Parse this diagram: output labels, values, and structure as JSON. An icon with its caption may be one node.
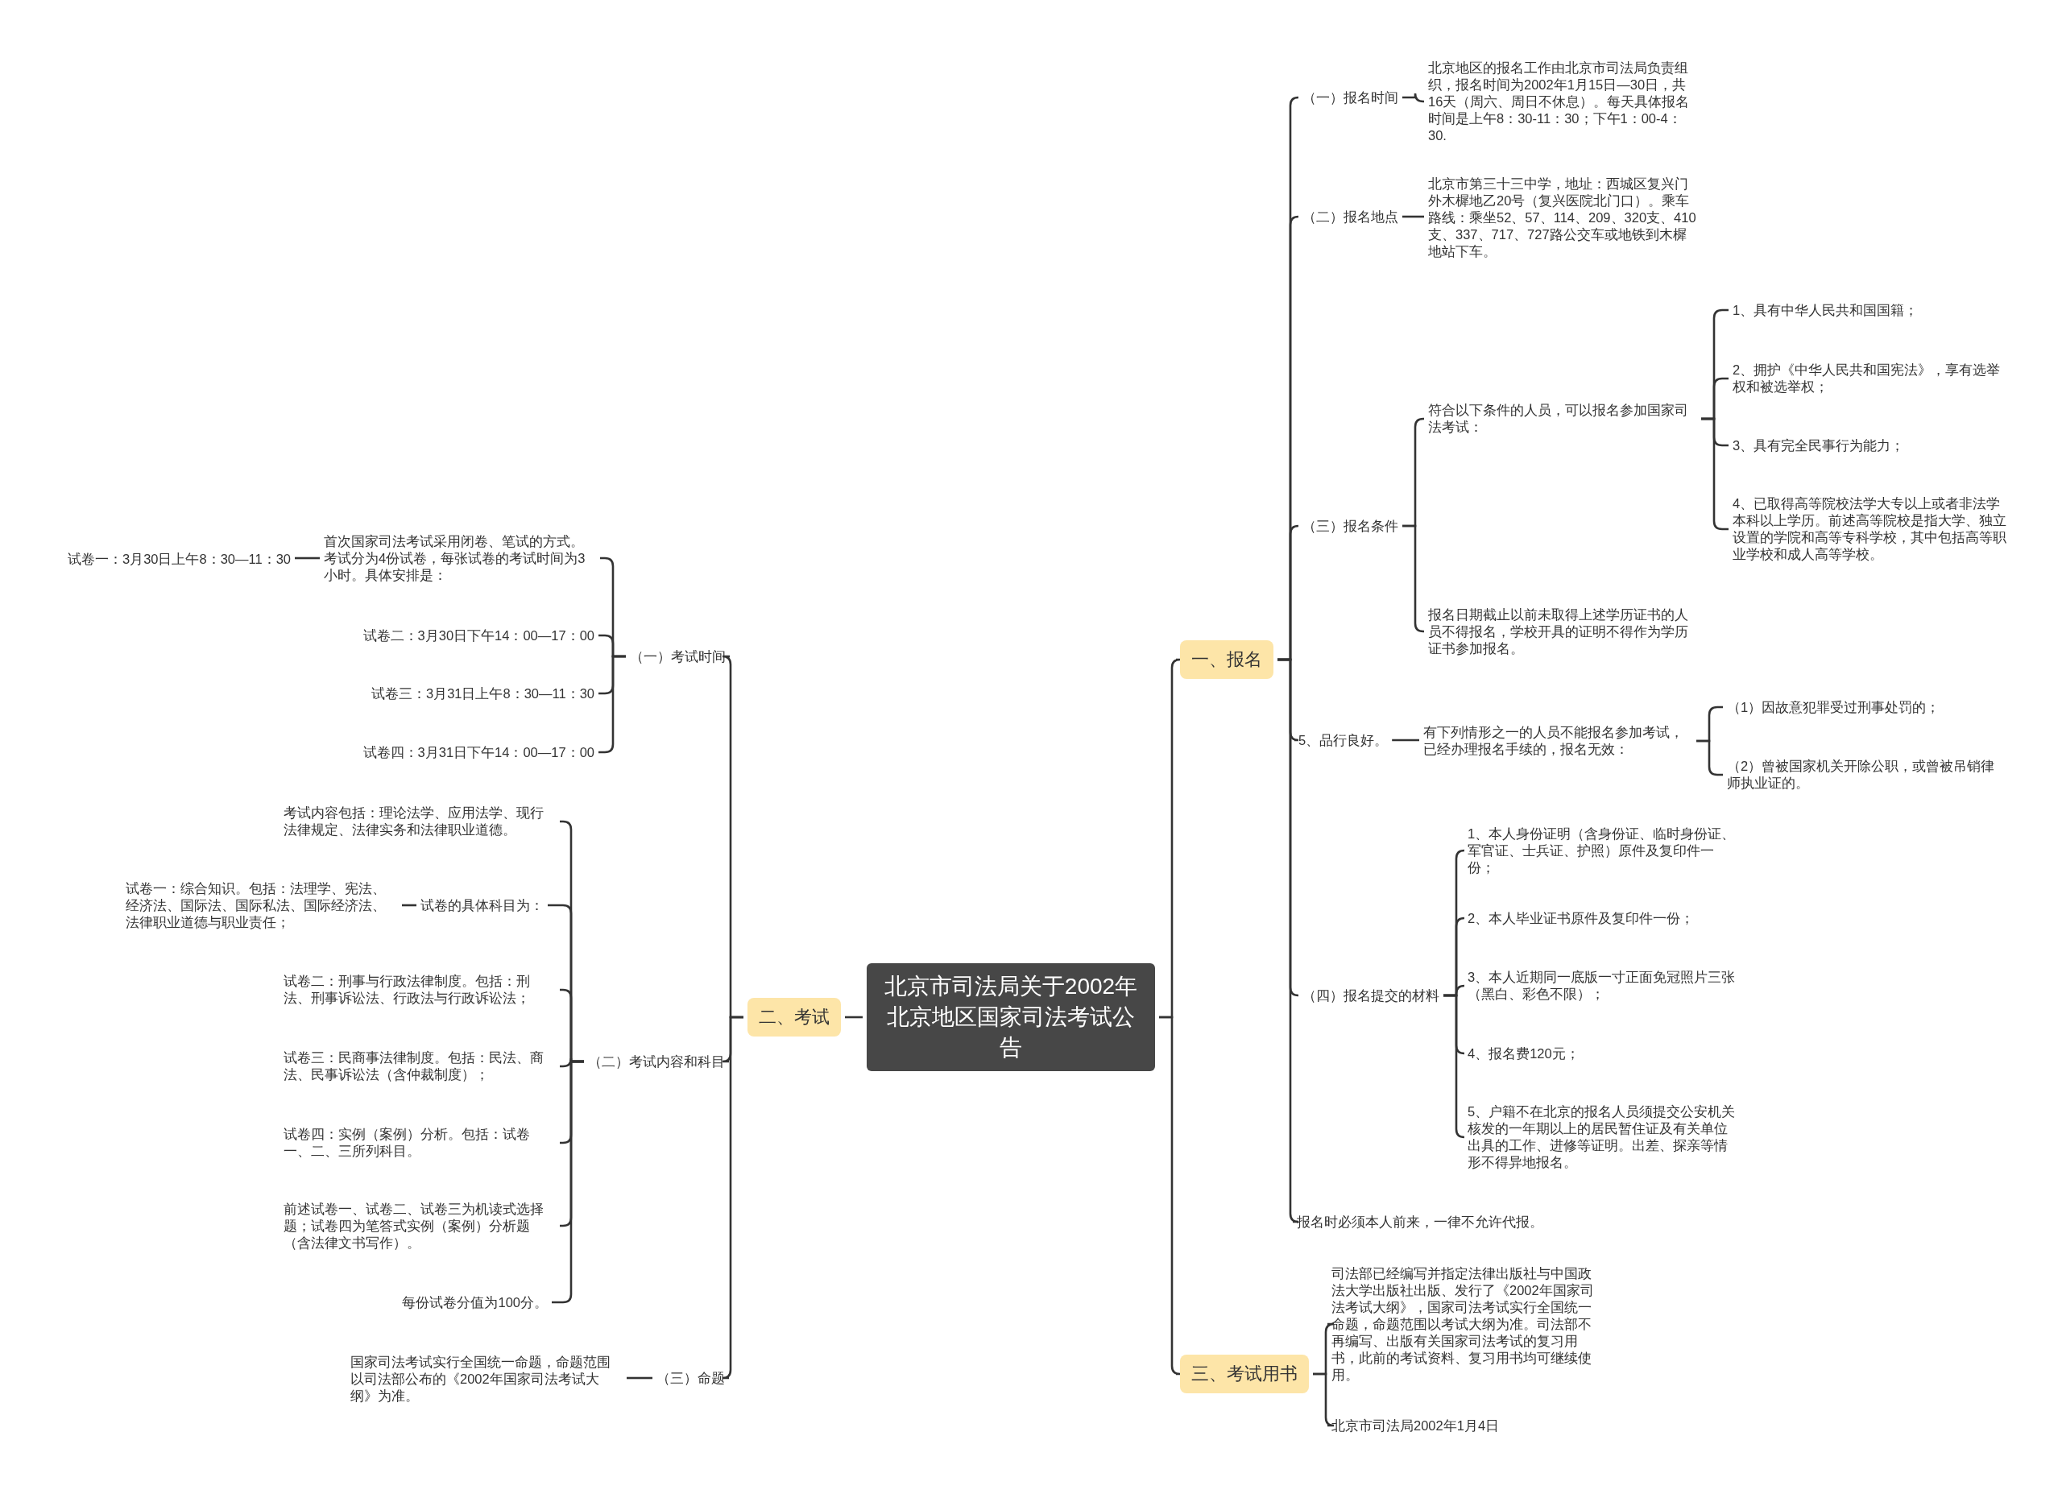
{
  "diagram": {
    "nodes": [
      {
        "text": [
          "北京市司法局关于2002年北京地区国家司法考试公告"
        ]
      },
      {
        "text": [
          "一、报名"
        ]
      },
      {
        "text": [
          "二、考试"
        ]
      },
      {
        "text": [
          "三、考试用书"
        ]
      },
      {
        "text": [
          "（一）报名时间"
        ]
      },
      {
        "text": [
          "北京地区的报名工作由北京市司法局负责组织，报名时间为2002年1月15日—30日，共16天（周六、周日不休息）。每天具体报名时间是上午8：30-11：30；下午1：00-4：30."
        ]
      },
      {
        "text": [
          "（二）报名地点"
        ]
      },
      {
        "text": [
          "北京市第三十三中学，地址：西城区复兴门外木樨地乙20号（复兴医院北门口）。乘车路线：乘坐52、57、114、209、320支、410支、337、717、727路公交车或地铁到木樨地站下车。"
        ]
      },
      {
        "text": [
          "（三）报名条件"
        ]
      },
      {
        "text": [
          "符合以下条件的人员，可以报名参加国家司法考试："
        ]
      },
      {
        "text": [
          "1、具有中华人民共和国国籍；"
        ]
      },
      {
        "text": [
          "2、拥护《中华人民共和国宪法》，享有选举权和被选举权；"
        ]
      },
      {
        "text": [
          "3、具有完全民事行为能力；"
        ]
      },
      {
        "text": [
          "4、已取得高等院校法学大专以上或者非法学本科以上学历。前述高等院校是指大学、独立设置的学院和高等专科学校，其中包括高等职业学校和成人高等学校。"
        ]
      },
      {
        "text": [
          "报名日期截止以前未取得上述学历证书的人员不得报名，学校开具的证明不得作为学历证书参加报名。"
        ]
      },
      {
        "text": [
          "5、品行良好。"
        ]
      },
      {
        "text": [
          "有下列情形之一的人员不能报名参加考试，已经办理报名手续的，报名无效："
        ]
      },
      {
        "text": [
          "（1）因故意犯罪受过刑事处罚的；"
        ]
      },
      {
        "text": [
          "（2）曾被国家机关开除公职，或曾被吊销律师执业证的。"
        ]
      },
      {
        "text": [
          "（四）报名提交的材料"
        ]
      },
      {
        "text": [
          "1、本人身份证明（含身份证、临时身份证、军官证、士兵证、护照）原件及复印件一份；"
        ]
      },
      {
        "text": [
          "2、本人毕业证书原件及复印件一份；"
        ]
      },
      {
        "text": [
          "3、本人近期同一底版一寸正面免冠照片三张（黑白、彩色不限）；"
        ]
      },
      {
        "text": [
          "4、报名费120元；"
        ]
      },
      {
        "text": [
          "5、户籍不在北京的报名人员须提交公安机关核发的一年期以上的居民暂住证及有关单位出具的工作、进修等证明。出差、探亲等情形不得异地报名。"
        ]
      },
      {
        "text": [
          "报名时必须本人前来，一律不允许代报。"
        ]
      },
      {
        "text": [
          "司法部已经编写并指定法律出版社与中国政法大学出版社出版、发行了《2002年国家司法考试大纲》，国家司法考试实行全国统一命题，命题范围以考试大纲为准。司法部不再编写、出版有关国家司法考试的复习用书，此前的考试资料、复习用书均可继续使用。"
        ]
      },
      {
        "text": [
          "北京市司法局2002年1月4日"
        ]
      },
      {
        "text": [
          "（一）考试时间"
        ]
      },
      {
        "text": [
          "首次国家司法考试采用闭卷、笔试的方式。考试分为4份试卷，每张试卷的考试时间为3小时。具体安排是："
        ]
      },
      {
        "text": [
          "试卷一：3月30日上午8：30—11：30"
        ]
      },
      {
        "text": [
          "试卷二：3月30日下午14：00—17：00"
        ]
      },
      {
        "text": [
          "试卷三：3月31日上午8：30—11：30"
        ]
      },
      {
        "text": [
          "试卷四：3月31日下午14：00—17：00"
        ]
      },
      {
        "text": [
          "（二）考试内容和科目"
        ]
      },
      {
        "text": [
          "考试内容包括：理论法学、应用法学、现行法律规定、法律实务和法律职业道德。"
        ]
      },
      {
        "text": [
          "试卷的具体科目为："
        ]
      },
      {
        "text": [
          "试卷一：综合知识。包括：法理学、宪法、经济法、国际法、国际私法、国际经济法、法律职业道德与职业责任；"
        ]
      },
      {
        "text": [
          "试卷二：刑事与行政法律制度。包括：刑法、刑事诉讼法、行政法与行政诉讼法；"
        ]
      },
      {
        "text": [
          "试卷三：民商事法律制度。包括：民法、商法、民事诉讼法（含仲裁制度）；"
        ]
      },
      {
        "text": [
          "试卷四：实例（案例）分析。包括：试卷一、二、三所列科目。"
        ]
      },
      {
        "text": [
          "前述试卷一、试卷二、试卷三为机读式选择题；试卷四为笔答式实例（案例）分析题（含法律文书写作）。"
        ]
      },
      {
        "text": [
          "每份试卷分值为100分。"
        ]
      },
      {
        "text": [
          "（三）命题"
        ]
      },
      {
        "text": [
          "国家司法考试实行全国统一命题，命题范围以司法部公布的《2002年国家司法考试大纲》为准。"
        ]
      }
    ],
    "edges": [
      {
        "from": 0,
        "to": 1,
        "arrow": "none"
      },
      {
        "from": 0,
        "to": 2,
        "arrow": "none"
      },
      {
        "from": 0,
        "to": 3,
        "arrow": "none"
      },
      {
        "from": 1,
        "to": 4,
        "arrow": "none"
      },
      {
        "from": 4,
        "to": 5,
        "arrow": "none"
      },
      {
        "from": 1,
        "to": 6,
        "arrow": "none"
      },
      {
        "from": 6,
        "to": 7,
        "arrow": "none"
      },
      {
        "from": 1,
        "to": 8,
        "arrow": "none"
      },
      {
        "from": 8,
        "to": 9,
        "arrow": "none"
      },
      {
        "from": 9,
        "to": 10,
        "arrow": "none"
      },
      {
        "from": 9,
        "to": 11,
        "arrow": "none"
      },
      {
        "from": 9,
        "to": 12,
        "arrow": "none"
      },
      {
        "from": 9,
        "to": 13,
        "arrow": "none"
      },
      {
        "from": 8,
        "to": 14,
        "arrow": "none"
      },
      {
        "from": 1,
        "to": 15,
        "arrow": "none"
      },
      {
        "from": 15,
        "to": 16,
        "arrow": "none"
      },
      {
        "from": 16,
        "to": 17,
        "arrow": "none"
      },
      {
        "from": 16,
        "to": 18,
        "arrow": "none"
      },
      {
        "from": 1,
        "to": 19,
        "arrow": "none"
      },
      {
        "from": 19,
        "to": 20,
        "arrow": "none"
      },
      {
        "from": 19,
        "to": 21,
        "arrow": "none"
      },
      {
        "from": 19,
        "to": 22,
        "arrow": "none"
      },
      {
        "from": 19,
        "to": 23,
        "arrow": "none"
      },
      {
        "from": 19,
        "to": 24,
        "arrow": "none"
      },
      {
        "from": 1,
        "to": 25,
        "arrow": "none"
      },
      {
        "from": 3,
        "to": 26,
        "arrow": "none"
      },
      {
        "from": 3,
        "to": 27,
        "arrow": "none"
      },
      {
        "from": 2,
        "to": 28,
        "arrow": "none"
      },
      {
        "from": 28,
        "to": 29,
        "arrow": "none"
      },
      {
        "from": 29,
        "to": 30,
        "arrow": "none"
      },
      {
        "from": 28,
        "to": 31,
        "arrow": "none"
      },
      {
        "from": 28,
        "to": 32,
        "arrow": "none"
      },
      {
        "from": 28,
        "to": 33,
        "arrow": "none"
      },
      {
        "from": 2,
        "to": 34,
        "arrow": "none"
      },
      {
        "from": 34,
        "to": 35,
        "arrow": "none"
      },
      {
        "from": 34,
        "to": 36,
        "arrow": "none"
      },
      {
        "from": 36,
        "to": 37,
        "arrow": "none"
      },
      {
        "from": 34,
        "to": 38,
        "arrow": "none"
      },
      {
        "from": 34,
        "to": 39,
        "arrow": "none"
      },
      {
        "from": 34,
        "to": 40,
        "arrow": "none"
      },
      {
        "from": 34,
        "to": 41,
        "arrow": "none"
      },
      {
        "from": 34,
        "to": 42,
        "arrow": "none"
      },
      {
        "from": 2,
        "to": 43,
        "arrow": "none"
      },
      {
        "from": 43,
        "to": 44,
        "arrow": "none"
      }
    ]
  }
}
